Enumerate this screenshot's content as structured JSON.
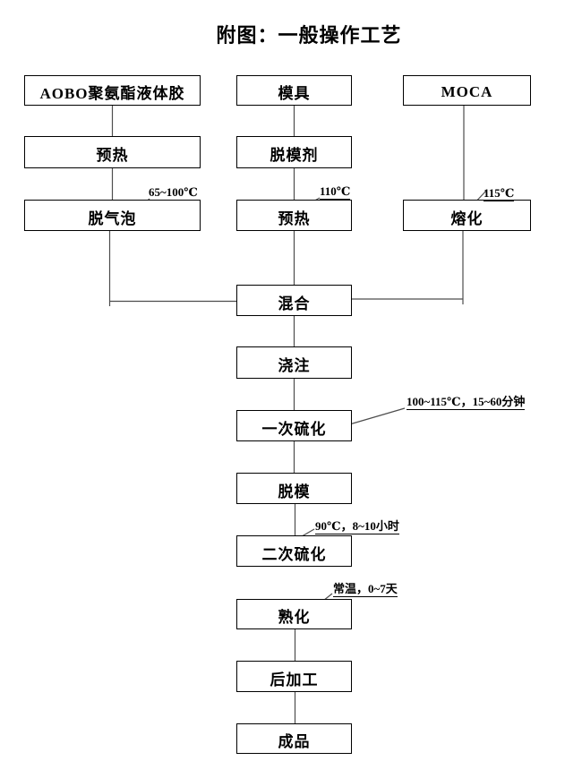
{
  "title": "附图：一般操作工艺",
  "boxes": {
    "aobo": "AOBO聚氨酯液体胶",
    "preheat1": "预热",
    "degas": "脱气泡",
    "mold": "模具",
    "release_agent": "脱模剂",
    "preheat2": "预热",
    "moca": "MOCA",
    "melt": "熔化",
    "mix": "混合",
    "pour": "浇注",
    "cure1": "一次硫化",
    "demold": "脱模",
    "cure2": "二次硫化",
    "mature": "熟化",
    "post": "后加工",
    "product": "成品"
  },
  "annotations": {
    "degas_temp": "65~100℃",
    "preheat2_temp": "110℃",
    "melt_temp": "115℃",
    "cure1_cond": "100~115℃，15~60分钟",
    "cure2_cond": "90℃，8~10小时",
    "mature_cond": "常温，0~7天"
  }
}
